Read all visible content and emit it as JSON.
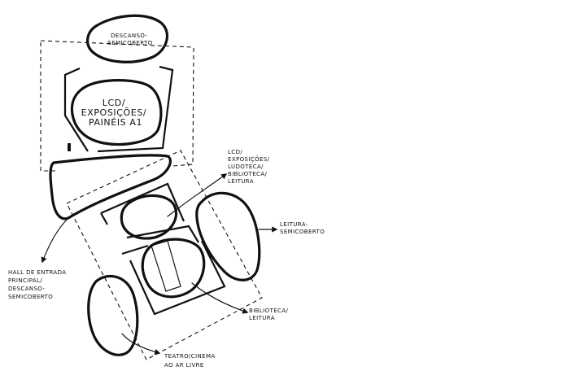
{
  "labels": {
    "descanso_top": [
      "DESCANSO-",
      "SEMICOBERTO"
    ],
    "lcd_main": [
      "LCD/",
      "EXPOSIÇÕES/",
      "PAINÉIS A1"
    ],
    "lcd_right": [
      "LCD/",
      "EXPOSIÇÕES/",
      "LUDOTECA/",
      "BIBLIOTECA/",
      "LEITURA"
    ],
    "leitura": [
      "LEITURA-",
      "SEMICOBERTO"
    ],
    "hall": [
      "HALL DE ENTRADA",
      "PRINCIPAL/",
      "DESCANSO-",
      "SEMICOBERTO"
    ],
    "biblioteca": [
      "BIBLIOTECA/",
      "LEITURA"
    ],
    "teatro": [
      "TEATRO/CINEMA",
      "AO AR LIVRE"
    ]
  }
}
